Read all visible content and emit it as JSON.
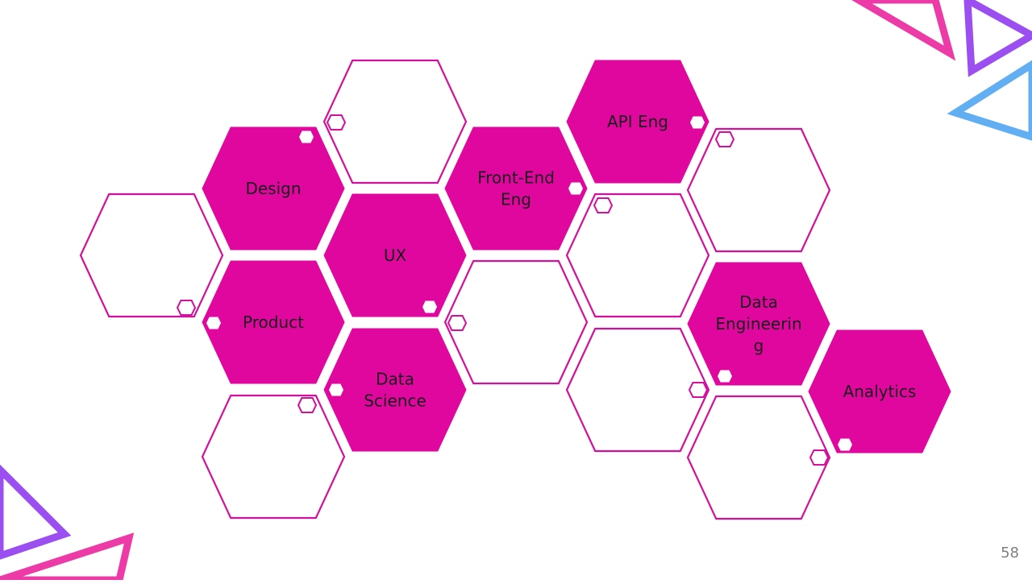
{
  "slide": {
    "page_number": "58",
    "colors": {
      "hex_fill": "#e0079f",
      "hex_stroke": "#d3109c",
      "label_text": "#1a1a1a",
      "accent_pink": "#ec3ba6",
      "accent_purple": "#9b4ff0",
      "accent_blue": "#62aef2"
    },
    "filled_hexes": [
      {
        "id": "design",
        "label": "Design"
      },
      {
        "id": "ux",
        "label": "UX"
      },
      {
        "id": "front-end-eng",
        "label": "Front-End Eng"
      },
      {
        "id": "api-eng",
        "label": "API Eng"
      },
      {
        "id": "product",
        "label": "Product"
      },
      {
        "id": "data-science",
        "label": "Data Science"
      },
      {
        "id": "data-engineering",
        "label": "Data Engineering"
      },
      {
        "id": "analytics",
        "label": "Analytics"
      }
    ]
  }
}
